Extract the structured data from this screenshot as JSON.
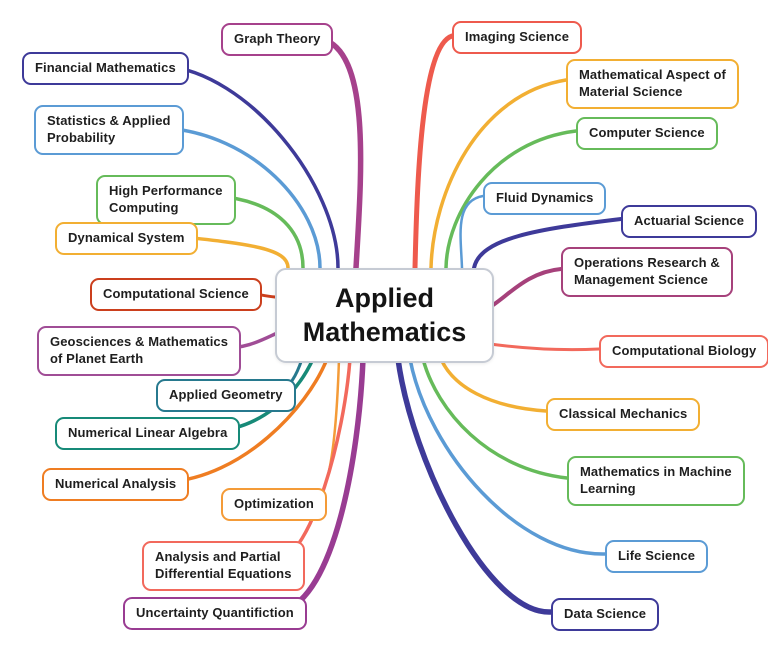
{
  "center": {
    "label": "Applied\nMathematics"
  },
  "nodes": [
    {
      "id": "graph-theory",
      "label": "Graph Theory",
      "color": "#a6418c"
    },
    {
      "id": "financial-mathematics",
      "label": "Financial Mathematics",
      "color": "#3e3a99"
    },
    {
      "id": "statistics-probability",
      "label": "Statistics & Applied\nProbability",
      "color": "#5b9bd5"
    },
    {
      "id": "high-performance-computing",
      "label": "High Performance\nComputing",
      "color": "#66bb5a"
    },
    {
      "id": "dynamical-system",
      "label": "Dynamical System",
      "color": "#f2af33"
    },
    {
      "id": "computational-science",
      "label": "Computational Science",
      "color": "#cb3f1d"
    },
    {
      "id": "geosciences-planet-earth",
      "label": "Geosciences & Mathematics\nof Planet Earth",
      "color": "#a04d96"
    },
    {
      "id": "applied-geometry",
      "label": "Applied Geometry",
      "color": "#27798e"
    },
    {
      "id": "numerical-linear-algebra",
      "label": "Numerical Linear Algebra",
      "color": "#178a78"
    },
    {
      "id": "numerical-analysis",
      "label": "Numerical Analysis",
      "color": "#ef7d22"
    },
    {
      "id": "optimization",
      "label": "Optimization",
      "color": "#f49b38"
    },
    {
      "id": "analysis-pde",
      "label": "Analysis and Partial\nDifferential Equations",
      "color": "#f2695c"
    },
    {
      "id": "uncertainty-quantifiction",
      "label": "Uncertainty Quantifiction",
      "color": "#993c92"
    },
    {
      "id": "imaging-science",
      "label": "Imaging Science",
      "color": "#ee5a4d"
    },
    {
      "id": "material-science",
      "label": "Mathematical Aspect of\nMaterial Science",
      "color": "#f2af33"
    },
    {
      "id": "computer-science",
      "label": "Computer Science",
      "color": "#66bb5a"
    },
    {
      "id": "fluid-dynamics",
      "label": "Fluid Dynamics",
      "color": "#5b9bd5"
    },
    {
      "id": "actuarial-science",
      "label": "Actuarial Science",
      "color": "#3e3a99"
    },
    {
      "id": "operations-research",
      "label": "Operations Research &\nManagement Science",
      "color": "#a6417b"
    },
    {
      "id": "computational-biology",
      "label": "Computational Biology",
      "color": "#f2695c"
    },
    {
      "id": "classical-mechanics",
      "label": "Classical Mechanics",
      "color": "#f2af33"
    },
    {
      "id": "mathematics-in-machine-learning",
      "label": "Mathematics in Machine\nLearning",
      "color": "#66bb5a"
    },
    {
      "id": "life-science",
      "label": "Life Science",
      "color": "#5b9bd5"
    },
    {
      "id": "data-science",
      "label": "Data Science",
      "color": "#3e3a99"
    }
  ]
}
